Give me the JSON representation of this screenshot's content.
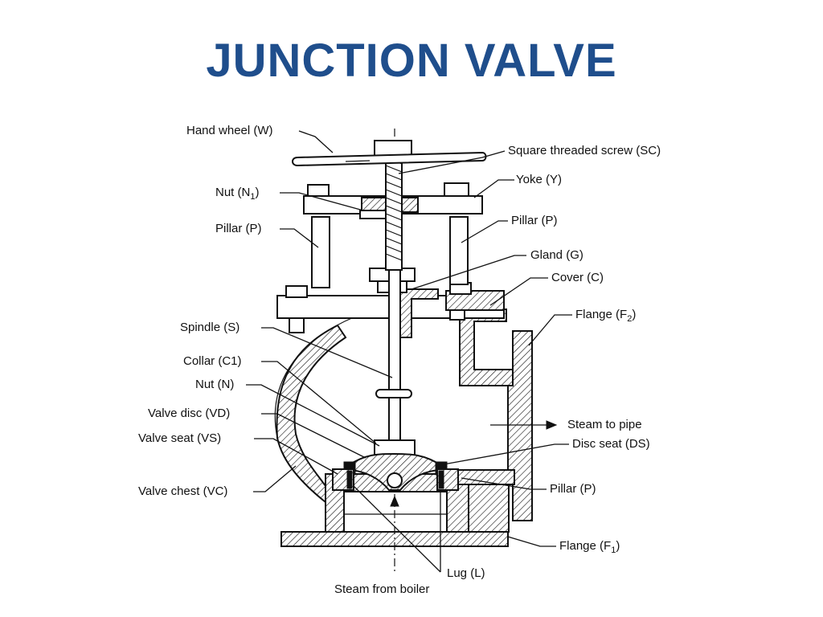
{
  "title": "JUNCTION VALVE",
  "labels": {
    "hand_wheel": "Hand wheel (W)",
    "square_threaded_screw": "Square threaded screw (SC)",
    "nut_n1": "Nut (N",
    "nut_n1_sub": "1",
    "nut_n1_close": ")",
    "yoke": "Yoke (Y)",
    "pillar_left": "Pillar (P)",
    "pillar_right": "Pillar (P)",
    "gland": "Gland (G)",
    "cover": "Cover (C)",
    "flange_f2": "Flange (F",
    "flange_f2_sub": "2",
    "flange_f2_close": ")",
    "spindle": "Spindle (S)",
    "collar": "Collar (C1)",
    "nut_n": "Nut (N)",
    "valve_disc": "Valve disc (VD)",
    "valve_seat": "Valve seat (VS)",
    "steam_to_pipe": "Steam to pipe",
    "disc_seat": "Disc seat (DS)",
    "valve_chest": "Valve chest (VC)",
    "pillar_lower": "Pillar (P)",
    "flange_f1": "Flange (F",
    "flange_f1_sub": "1",
    "flange_f1_close": ")",
    "lug": "Lug (L)",
    "steam_from_boiler": "Steam from boiler"
  }
}
